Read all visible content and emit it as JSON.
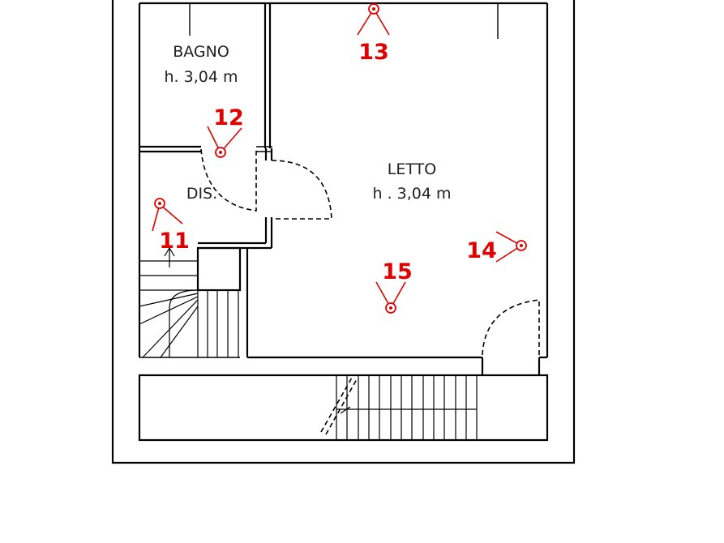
{
  "colors": {
    "wall": "#000000",
    "marker": "#e00000",
    "text": "#222222"
  },
  "rooms": {
    "bagno": {
      "name": "BAGNO",
      "height": "h. 3,04  m"
    },
    "dis": {
      "name": "DIS."
    },
    "letto": {
      "name": "LETTO",
      "height": "h . 3,04  m"
    }
  },
  "markers": [
    {
      "id": "11",
      "icon": "camera-viewpoint-icon"
    },
    {
      "id": "12",
      "icon": "camera-viewpoint-icon"
    },
    {
      "id": "13",
      "icon": "camera-viewpoint-icon"
    },
    {
      "id": "14",
      "icon": "camera-viewpoint-icon"
    },
    {
      "id": "15",
      "icon": "camera-viewpoint-icon"
    }
  ]
}
